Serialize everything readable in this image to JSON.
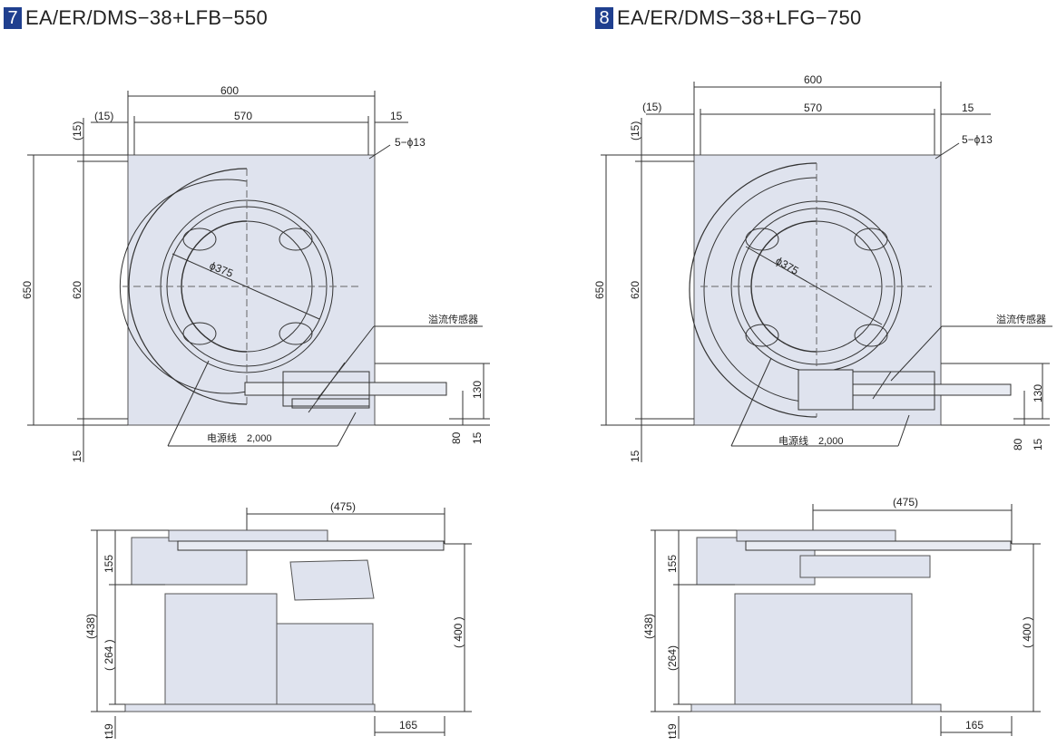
{
  "colors": {
    "badge": "#1f3f8f",
    "plate": "#dfe3ee",
    "line": "#333333"
  },
  "left": {
    "badge": "7",
    "title": "EA/ER/DMS−38+LFB−550",
    "labels": {
      "w600": "600",
      "w570": "570",
      "off15": "(15)",
      "r15": "15",
      "holes": "5−ϕ13",
      "h650": "650",
      "h620": "620",
      "top15": "(15)",
      "bot15": "15",
      "dia": "ϕ375",
      "sensor": "溢流传感器",
      "cable": "电源线　2,000",
      "d130": "130",
      "d80": "80",
      "d15": "15",
      "s475": "(475)",
      "s155": "155",
      "s438": "(438)",
      "s264": "( 264 )",
      "s400": "( 400 )",
      "t19": "t19",
      "s165": "165"
    }
  },
  "right": {
    "badge": "8",
    "title": "EA/ER/DMS−38+LFG−750",
    "labels": {
      "w600": "600",
      "w570": "570",
      "off15": "(15)",
      "r15": "15",
      "holes": "5−ϕ13",
      "h650": "650",
      "h620": "620",
      "top15": "(15)",
      "bot15": "15",
      "dia": "ϕ375",
      "sensor": "溢流传感器",
      "cable": "电源线　2,000",
      "d130": "130",
      "d80": "80",
      "d15": "15",
      "s475": "(475)",
      "s155": "155",
      "s438": "(438)",
      "s264": "(264)",
      "s400": "( 400 )",
      "t19": "t19",
      "s165": "165"
    }
  }
}
